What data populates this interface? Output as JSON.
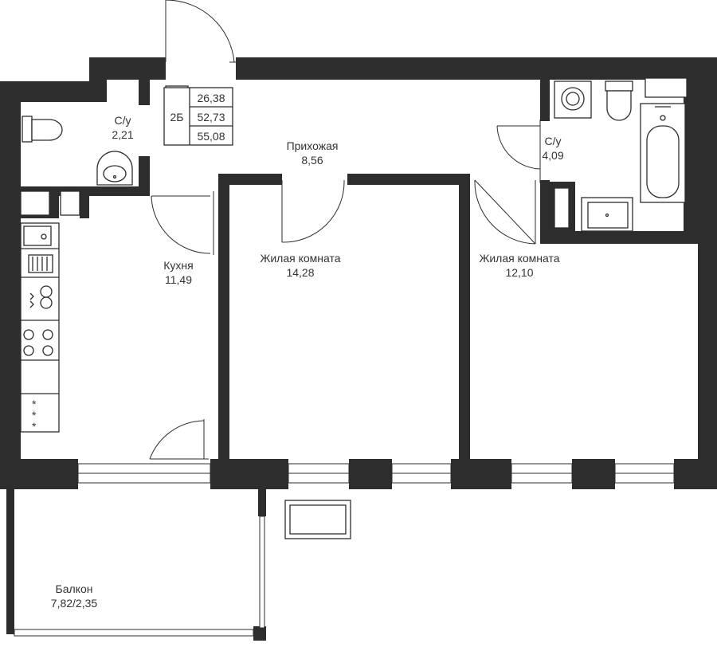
{
  "apartment": {
    "code": "2Б",
    "areas": [
      "26,38",
      "52,73",
      "55,08"
    ]
  },
  "rooms": {
    "bathroom_1": {
      "name": "С/у",
      "area": "2,21"
    },
    "hallway": {
      "name": "Прихожая",
      "area": "8,56"
    },
    "bathroom_2": {
      "name": "С/у",
      "area": "4,09"
    },
    "kitchen": {
      "name": "Кухня",
      "area": "11,49"
    },
    "living_1": {
      "name": "Жилая комната",
      "area": "14,28"
    },
    "living_2": {
      "name": "Жилая комната",
      "area": "12,10"
    },
    "balcony": {
      "name": "Балкон",
      "area": "7,82/2,35"
    }
  },
  "colors": {
    "wall": "#2d2d2d",
    "line": "#2d2d2d",
    "text": "#333333",
    "background": "#ffffff"
  }
}
